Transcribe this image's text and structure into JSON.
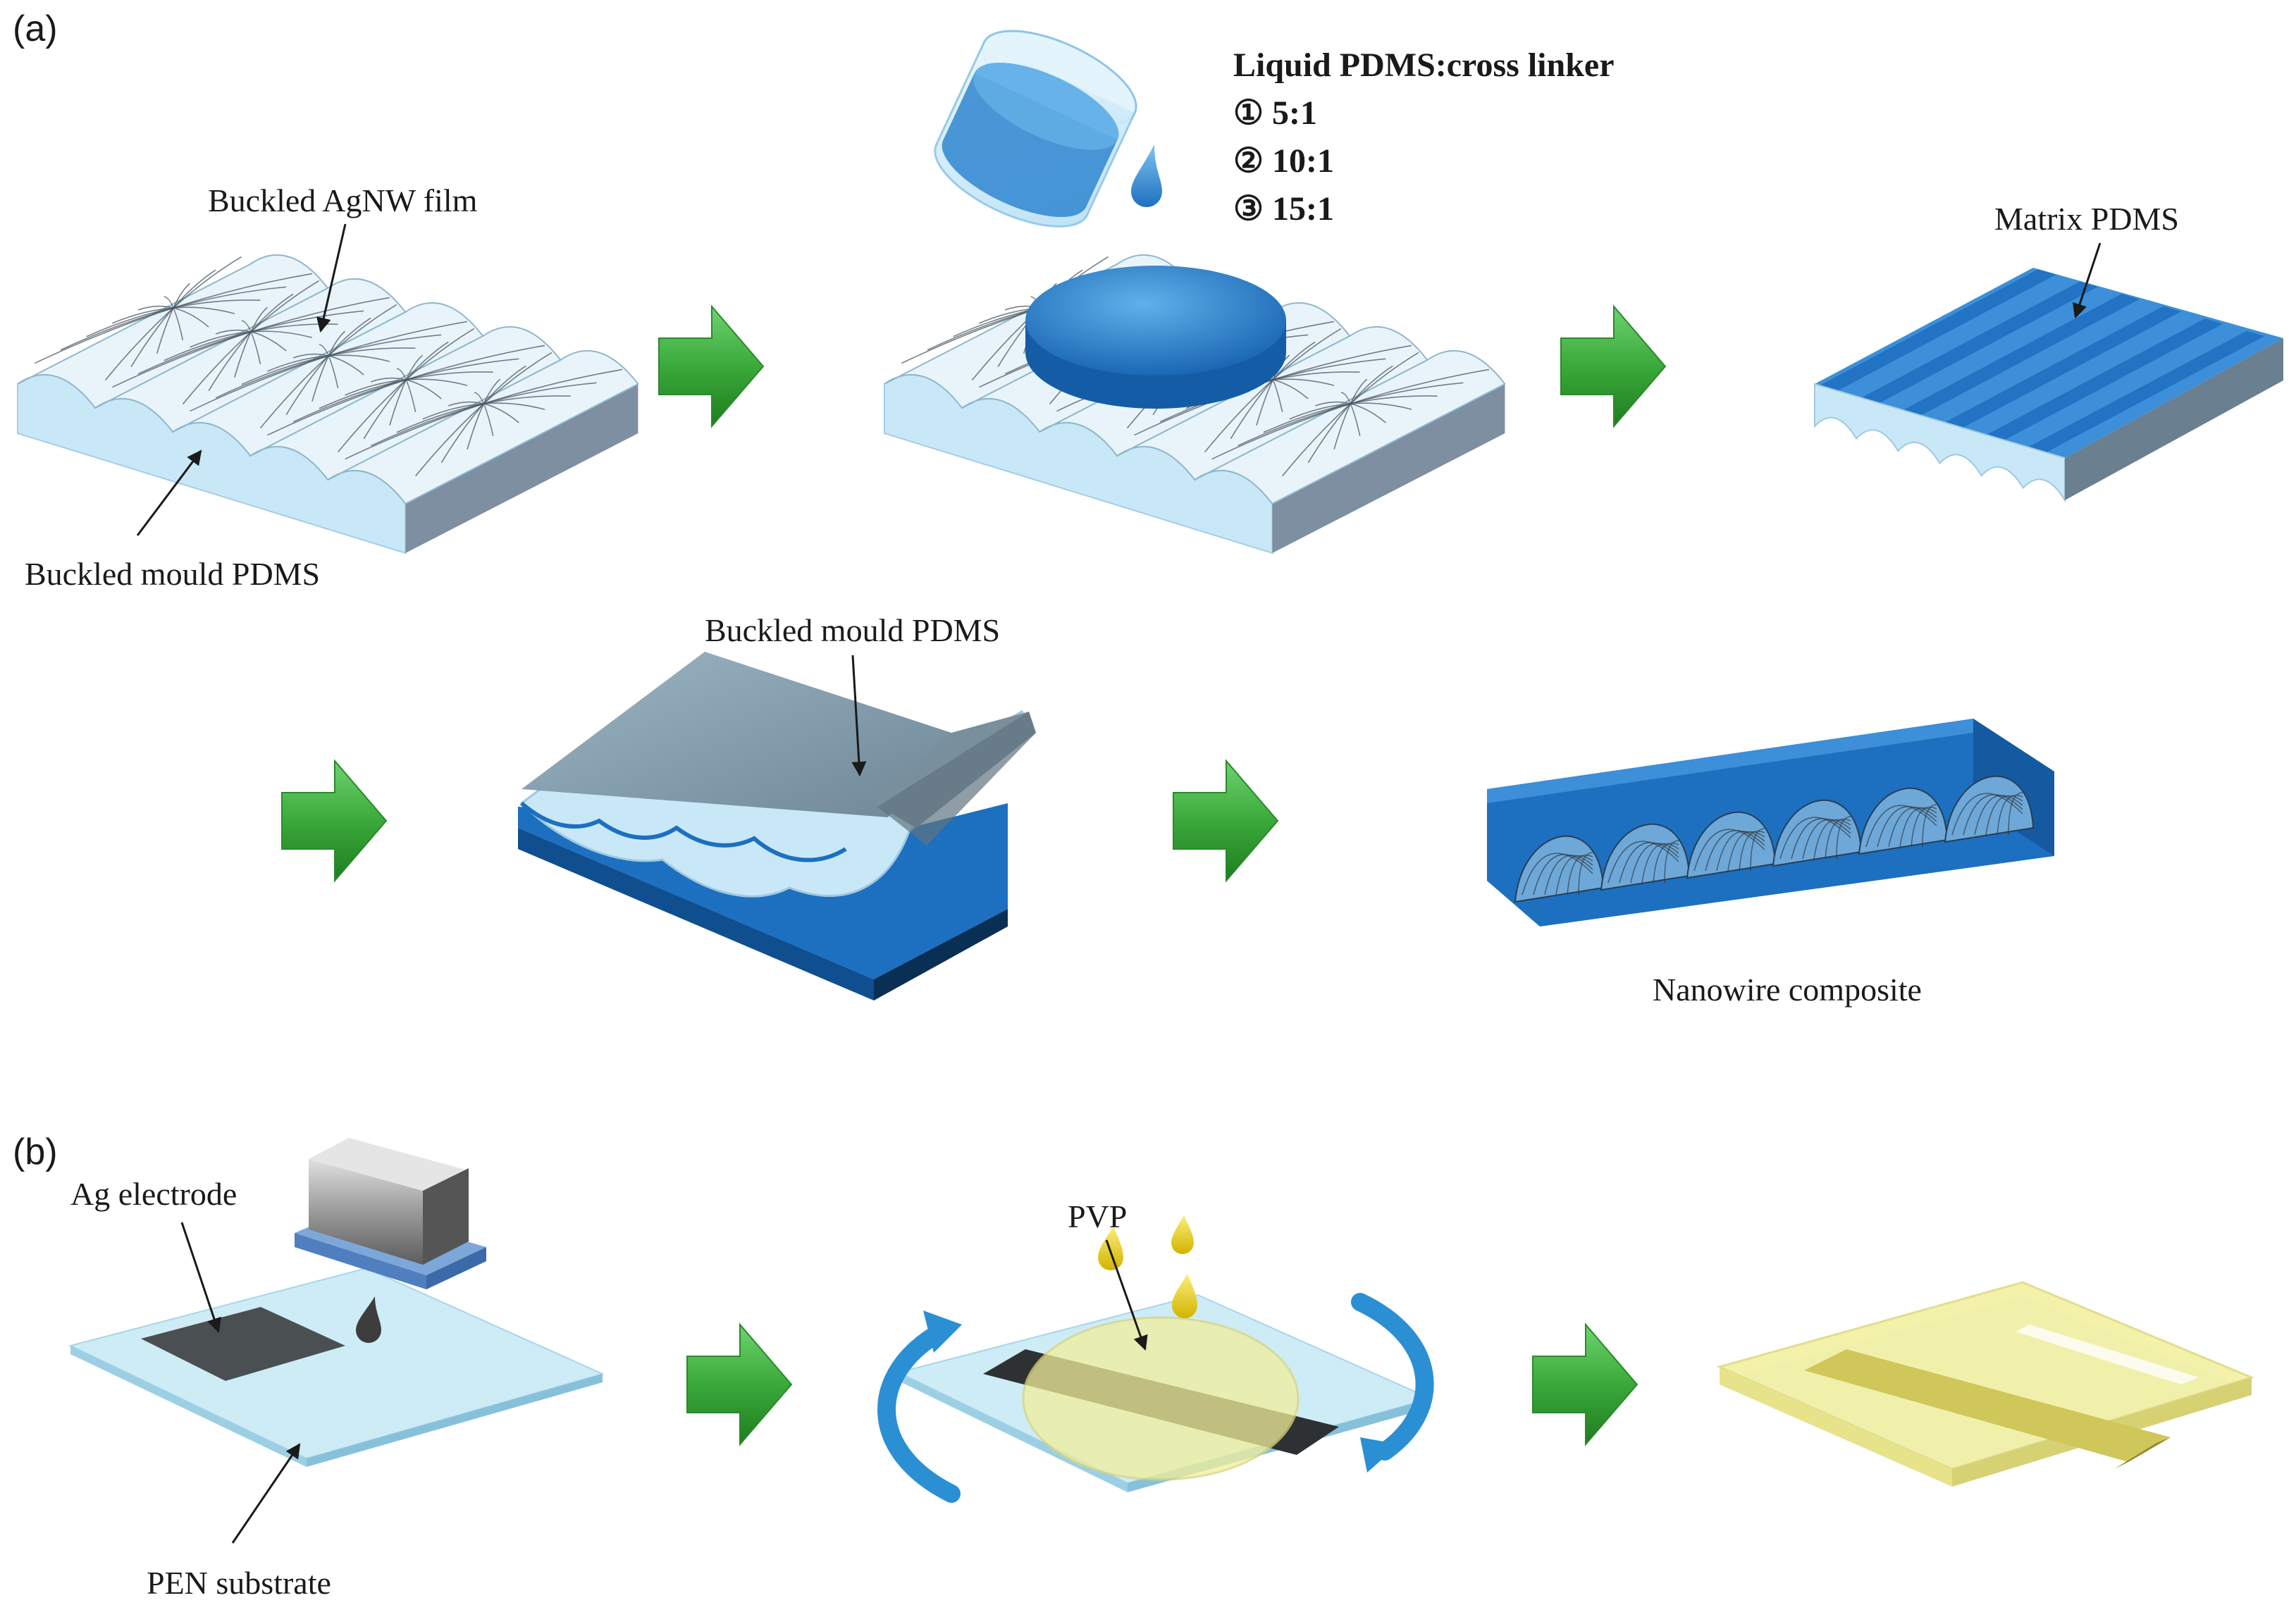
{
  "panel_a": {
    "label": "(a)",
    "buckled_agnw_film": "Buckled AgNW film",
    "buckled_mould_pdms_1": "Buckled mould PDMS",
    "liquid_title": "Liquid PDMS:cross linker",
    "ratios": [
      "① 5:1",
      "② 10:1",
      "③ 15:1"
    ],
    "matrix_pdms": "Matrix PDMS",
    "buckled_mould_pdms_2": "Buckled mould PDMS",
    "nanowire_composite": "Nanowire composite"
  },
  "panel_b": {
    "label": "(b)",
    "ag_electrode": "Ag electrode",
    "pen_substrate": "PEN substrate",
    "pvp": "PVP"
  },
  "colors": {
    "mould": "#c9e8f7",
    "mould_side": "#a9d4ec",
    "mould_edge": "#7d8fa0",
    "pdms_blue": "#1d6fc0",
    "pdms_blue_light": "#3c8fd8",
    "arrow_green": "#3aa93a",
    "electrode": "#4a4f52",
    "pvp_yellow": "#f2ef9a",
    "pvp_drop": "#e8cf1a",
    "substrate": "#cdecf6",
    "rotation_blue": "#2b8fd4"
  }
}
